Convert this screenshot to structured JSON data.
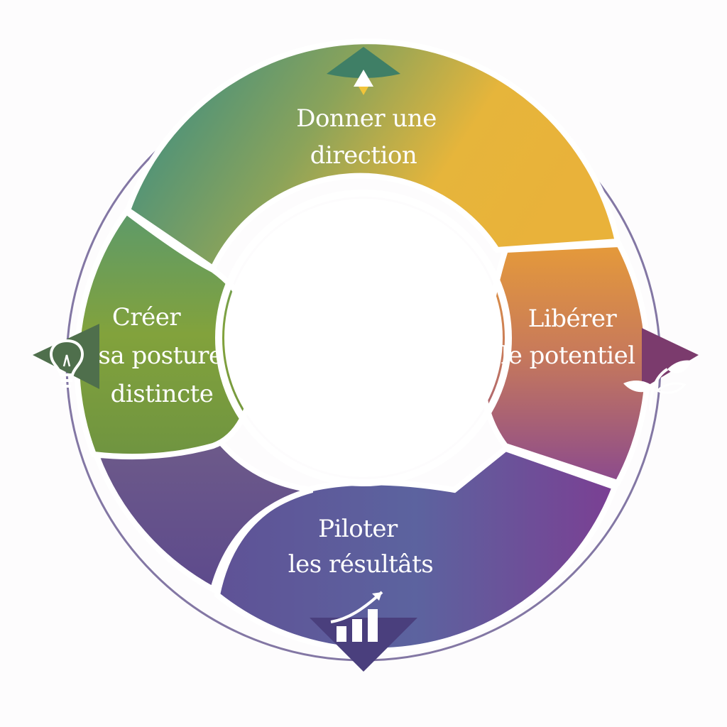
{
  "segments": [
    {
      "id": "top",
      "line1": "Donner une",
      "line2": "direction",
      "icon": "triangle-arrow-icon"
    },
    {
      "id": "right",
      "line1": "Libérer",
      "line2": "le potentiel",
      "icon": "sprout-icon"
    },
    {
      "id": "bottom",
      "line1": "Piloter",
      "line2": "les résultâts",
      "icon": "bar-chart-growth-icon"
    },
    {
      "id": "left",
      "line1": "Créer",
      "line2": "sa posture",
      "line3": "distincte",
      "icon": "lightbulb-icon"
    }
  ],
  "colors": {
    "top_teal": "#2f8f8c",
    "top_gold": "#e8b437",
    "right_orange": "#d8873e",
    "right_purple": "#8c4a8e",
    "bottom_blue": "#4f5a9c",
    "bottom_purple": "#6f3f90",
    "left_green": "#7a9d3a",
    "left_olive": "#5e8a3f",
    "outline": "#4a3f78"
  }
}
